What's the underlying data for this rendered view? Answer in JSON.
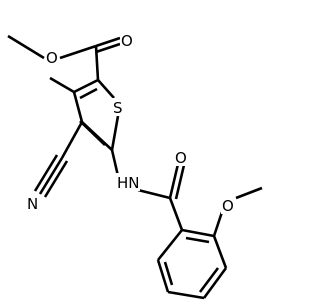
{
  "atoms": {
    "ester_carbonyl_o": "O",
    "ester_o": "O",
    "thiophene_s": "S",
    "nitrile_n": "N",
    "amide_nh": "HN",
    "amide_o": "O",
    "methoxy_o": "O"
  }
}
